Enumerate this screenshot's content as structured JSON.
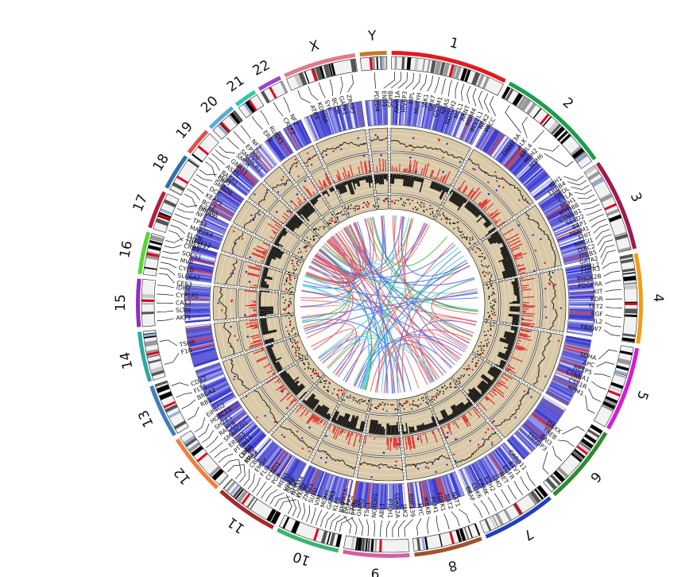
{
  "chart_data": {
    "type": "circos",
    "chromosomes": [
      {
        "name": "1",
        "size": 249,
        "color": "#e31a1c"
      },
      {
        "name": "2",
        "size": 243,
        "color": "#1b9e4b"
      },
      {
        "name": "3",
        "size": 198,
        "color": "#a5174d"
      },
      {
        "name": "4",
        "size": 191,
        "color": "#f39c12"
      },
      {
        "name": "5",
        "size": 181,
        "color": "#d81bd8"
      },
      {
        "name": "6",
        "size": 171,
        "color": "#2e8b2e"
      },
      {
        "name": "7",
        "size": 159,
        "color": "#1f3fbf"
      },
      {
        "name": "8",
        "size": 146,
        "color": "#a0522d"
      },
      {
        "name": "9",
        "size": 141,
        "color": "#d45fa0"
      },
      {
        "name": "10",
        "size": 136,
        "color": "#3cb371"
      },
      {
        "name": "11",
        "size": 135,
        "color": "#a52a2a"
      },
      {
        "name": "12",
        "size": 133,
        "color": "#f07f3c"
      },
      {
        "name": "13",
        "size": 115,
        "color": "#3d7fb8"
      },
      {
        "name": "14",
        "size": 107,
        "color": "#33a6a6"
      },
      {
        "name": "15",
        "size": 102,
        "color": "#8e2cc4"
      },
      {
        "name": "16",
        "size": 90,
        "color": "#55d62d"
      },
      {
        "name": "17",
        "size": 81,
        "color": "#b0203c"
      },
      {
        "name": "18",
        "size": 78,
        "color": "#2f6fa8"
      },
      {
        "name": "19",
        "size": 59,
        "color": "#e05050"
      },
      {
        "name": "20",
        "size": 63,
        "color": "#5fa8d8"
      },
      {
        "name": "21",
        "size": 48,
        "color": "#2ec8a8"
      },
      {
        "name": "22",
        "size": 51,
        "color": "#9d44c4"
      },
      {
        "name": "X",
        "size": 155,
        "color": "#e07a8a"
      },
      {
        "name": "Y",
        "size": 57,
        "color": "#c8782a"
      }
    ],
    "genes": {
      "1": [
        "ENO1",
        "SDHB",
        "ARID1A",
        "HIVEP3",
        "MPL",
        "MUTYH",
        "JAK1",
        "GPX7",
        "GSTM1",
        "NRAS",
        "NOTCH2",
        "MCL1",
        "ARNT",
        "MDM4",
        "BCL2L1",
        "NEK2",
        "PRCC"
      ],
      "2": [
        "DNMT3A",
        "ALK",
        "EML4",
        "MSH2",
        "MSH6"
      ],
      "3": [
        "IDH1",
        "ERBB4",
        "DEDL",
        "CTLA",
        "MLH1",
        "MYD88",
        "CTNNB1",
        "SETD2",
        "BAP1",
        "PBRM1",
        "FHIT",
        "MAGI1",
        "DIRC2",
        "ITGB5",
        "GATA2",
        "FOXL2"
      ],
      "4": [
        "FGFR3",
        "PHOX2B",
        "PDGFRA",
        "KIT",
        "KDR",
        "TET2",
        "EGF",
        "IL2",
        "FBXW7"
      ],
      "5": [
        "SDHA",
        "APC",
        "REEP5",
        "CTNNA1",
        "CSF1R",
        "NPM1"
      ],
      "6": [
        "DAXX",
        "TREB",
        "BAI3",
        "TNFAIP3"
      ],
      "7": [
        "CARD11",
        "ETV1",
        "EGFR",
        "MET",
        "SMO",
        "EZH2",
        "CAMK",
        "CDK6",
        "BRAF"
      ],
      "8": [
        "NAT1",
        "NAT2",
        "FGFR1",
        "PCM1",
        "IKBKB",
        "MYC"
      ],
      "9": [
        "RNF139",
        "JAK2",
        "CDKN2A",
        "PTCH1",
        "ABL1",
        "NOTCH1",
        "TSC1",
        "GNAQ",
        "CA9",
        "RET"
      ],
      "10": [
        "PTEN",
        "FGFR2",
        "BMPR1A",
        "KLF6",
        "GATA3",
        "MGMT",
        "VIM",
        "SUFU",
        "ZMIZ1",
        "CUL2",
        "NCOA4",
        "AFF4"
      ],
      "11": [
        "WT1",
        "ATM",
        "HRAS",
        "MEN1",
        "PGR",
        "CCND1",
        "FLI1",
        "EMSY",
        "CBL",
        "MAF2",
        "LMO1"
      ],
      "12": [
        "KRAS",
        "CDK4",
        "PTPN11",
        "ERBB3",
        "SMARCD1",
        "RAP1B",
        "SH2B3",
        "HOXC13",
        "EIF4G2"
      ],
      "13": [
        "RB1",
        "BRCA2",
        "FLT3",
        "CDX2"
      ],
      "14": [
        "F10",
        "TSHR"
      ],
      "15": [
        "AKT1",
        "SLTM",
        "CA12",
        "CYP1A1",
        "IDH2"
      ],
      "16": [
        "CES3",
        "SLC6A2",
        "CYLD",
        "MVP",
        "SOCS1",
        "CRB3",
        "TNFSF13"
      ],
      "17": [
        "TMEM97",
        "FLCN",
        "MAP2K4",
        "TP53",
        "NF1",
        "ERBB2"
      ],
      "18": [
        "DIRAS1",
        "BCL2",
        "KEAP1",
        "DCC",
        "SMAD4",
        "MIB1"
      ],
      "19": [
        "SRC",
        "RASA1",
        "ASPN",
        "GNA11",
        "SMOX"
      ],
      "20": [
        "SMARCB1",
        "EP300",
        "NF2"
      ],
      "21": [
        "ERG",
        "RUNX1"
      ],
      "22": [
        "CRLF2",
        "NF2"
      ],
      "X": [
        "ATRX",
        "KDM6A",
        "SYP",
        "BCOR",
        "GATA1",
        "ZRSR2"
      ],
      "Y": [
        "PDZD4"
      ]
    }
  }
}
